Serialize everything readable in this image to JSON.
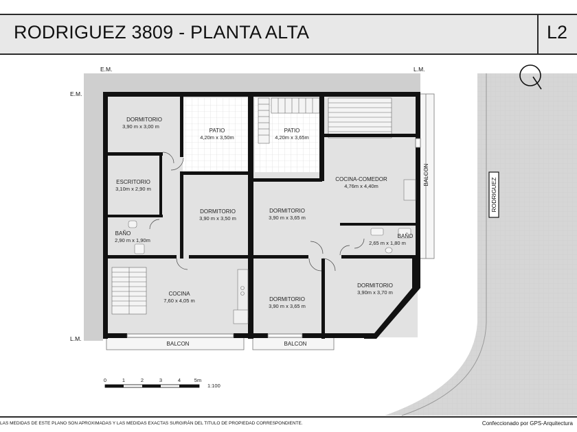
{
  "header": {
    "title": "RODRIGUEZ 3809 - PLANTA ALTA",
    "code": "L2"
  },
  "boundary_labels": {
    "em_top": "E.M.",
    "lm_top": "L.M.",
    "em_left": "E.M.",
    "lm_left": "L.M."
  },
  "street": "RODRIGUEZ",
  "rooms": [
    {
      "id": "dormitorio-1",
      "name": "DORMITORIO",
      "dims": "3,90 m x 3,00 m"
    },
    {
      "id": "patio-1",
      "name": "PATIO",
      "dims": "4,20m x 3,50m"
    },
    {
      "id": "patio-2",
      "name": "PATIO",
      "dims": "4,20m x 3,65m"
    },
    {
      "id": "escritorio",
      "name": "ESCRITORIO",
      "dims": "3,10m x 2,90 m"
    },
    {
      "id": "cocina-comedor",
      "name": "COCINA-COMEDOR",
      "dims": "4,76m x 4,40m"
    },
    {
      "id": "dormitorio-2",
      "name": "DORMITORIO",
      "dims": "3,90 m x 3,50 m"
    },
    {
      "id": "dormitorio-3",
      "name": "DORMITORIO",
      "dims": "3,90 m x 3,65 m"
    },
    {
      "id": "bano-1",
      "name": "BAÑO",
      "dims": "2,90 m x 1,90m"
    },
    {
      "id": "bano-2",
      "name": "BAÑO",
      "dims": "2,65 m x 1,80 m"
    },
    {
      "id": "cocina",
      "name": "COCINA",
      "dims": "7,60 x 4,05 m"
    },
    {
      "id": "dormitorio-4",
      "name": "DORMITORIO",
      "dims": "3,90 m x 3,65 m"
    },
    {
      "id": "dormitorio-5",
      "name": "DORMITORIO",
      "dims": "3,90m x 3,70 m"
    }
  ],
  "balcony_labels": {
    "side": "BALCON",
    "front_left": "BALCON",
    "front_right": "BALCON"
  },
  "scale": {
    "ticks": [
      "0",
      "1",
      "2",
      "3",
      "4",
      "5m"
    ],
    "ratio": "1:100"
  },
  "footer": {
    "disclaimer": "LAS MEDIDAS DE ESTE PLANO SON APROXIMADAS Y LAS MEDIDAS EXACTAS SURGIRÁN DEL TITULO DE PROPIEDAD CORRESPONDIENTE.",
    "credit": "Confeccionado por GPS-Arquitectura"
  }
}
